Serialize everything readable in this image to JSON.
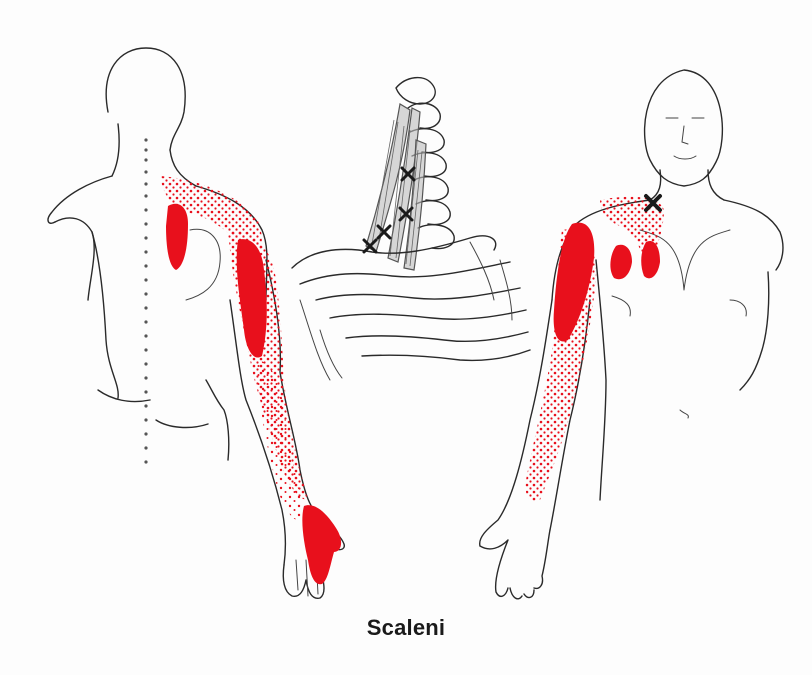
{
  "caption": "Scaleni",
  "colors": {
    "referred_pain_dense": "#e8101c",
    "referred_pain_spill": "#e8101c",
    "trigger_point_marker": "#1a1a1a",
    "line_art": "#2a2a2a"
  },
  "figures": [
    {
      "view": "back"
    },
    {
      "view": "neck-muscle"
    },
    {
      "view": "front"
    }
  ]
}
